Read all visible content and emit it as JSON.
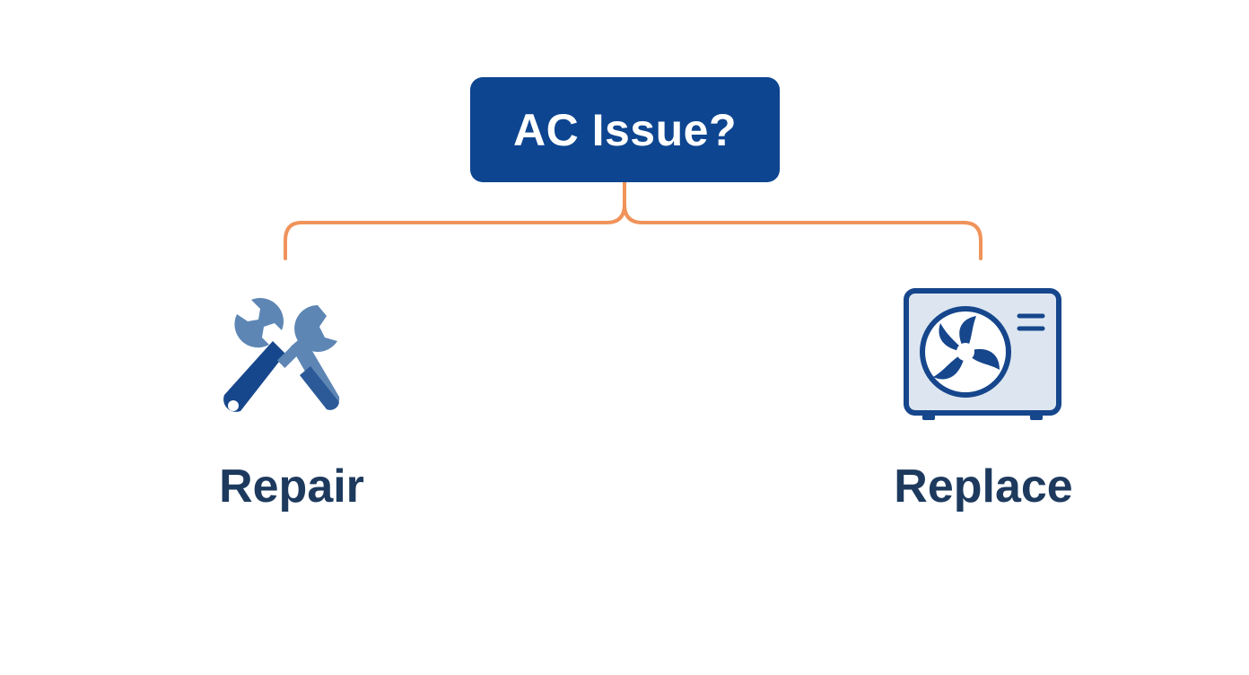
{
  "diagram": {
    "root": {
      "label": "AC Issue?",
      "fill_color": "#0d4590",
      "text_color": "#ffffff"
    },
    "connector_color": "#f0935a",
    "branches": [
      {
        "label": "Repair",
        "icon": "wrench-screwdriver-icon"
      },
      {
        "label": "Replace",
        "icon": "ac-unit-icon"
      }
    ],
    "label_color": "#1d3a5e",
    "icon_colors": {
      "dark": "#16468c",
      "mid": "#2c5a98",
      "light": "#5d86b5",
      "panel": "#dde6f0"
    }
  }
}
